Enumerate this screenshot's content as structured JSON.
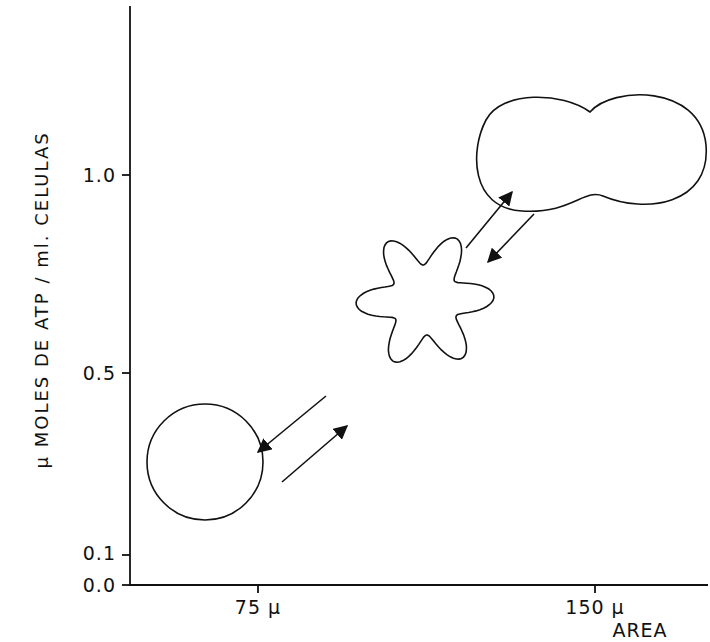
{
  "diagram": {
    "labels": [
      "µ MOLES DE ATP / ml. CELULAS",
      "1.0",
      "0.5",
      "0.1",
      "0.0",
      "75 µ",
      "150 µ",
      "AREA"
    ]
  }
}
